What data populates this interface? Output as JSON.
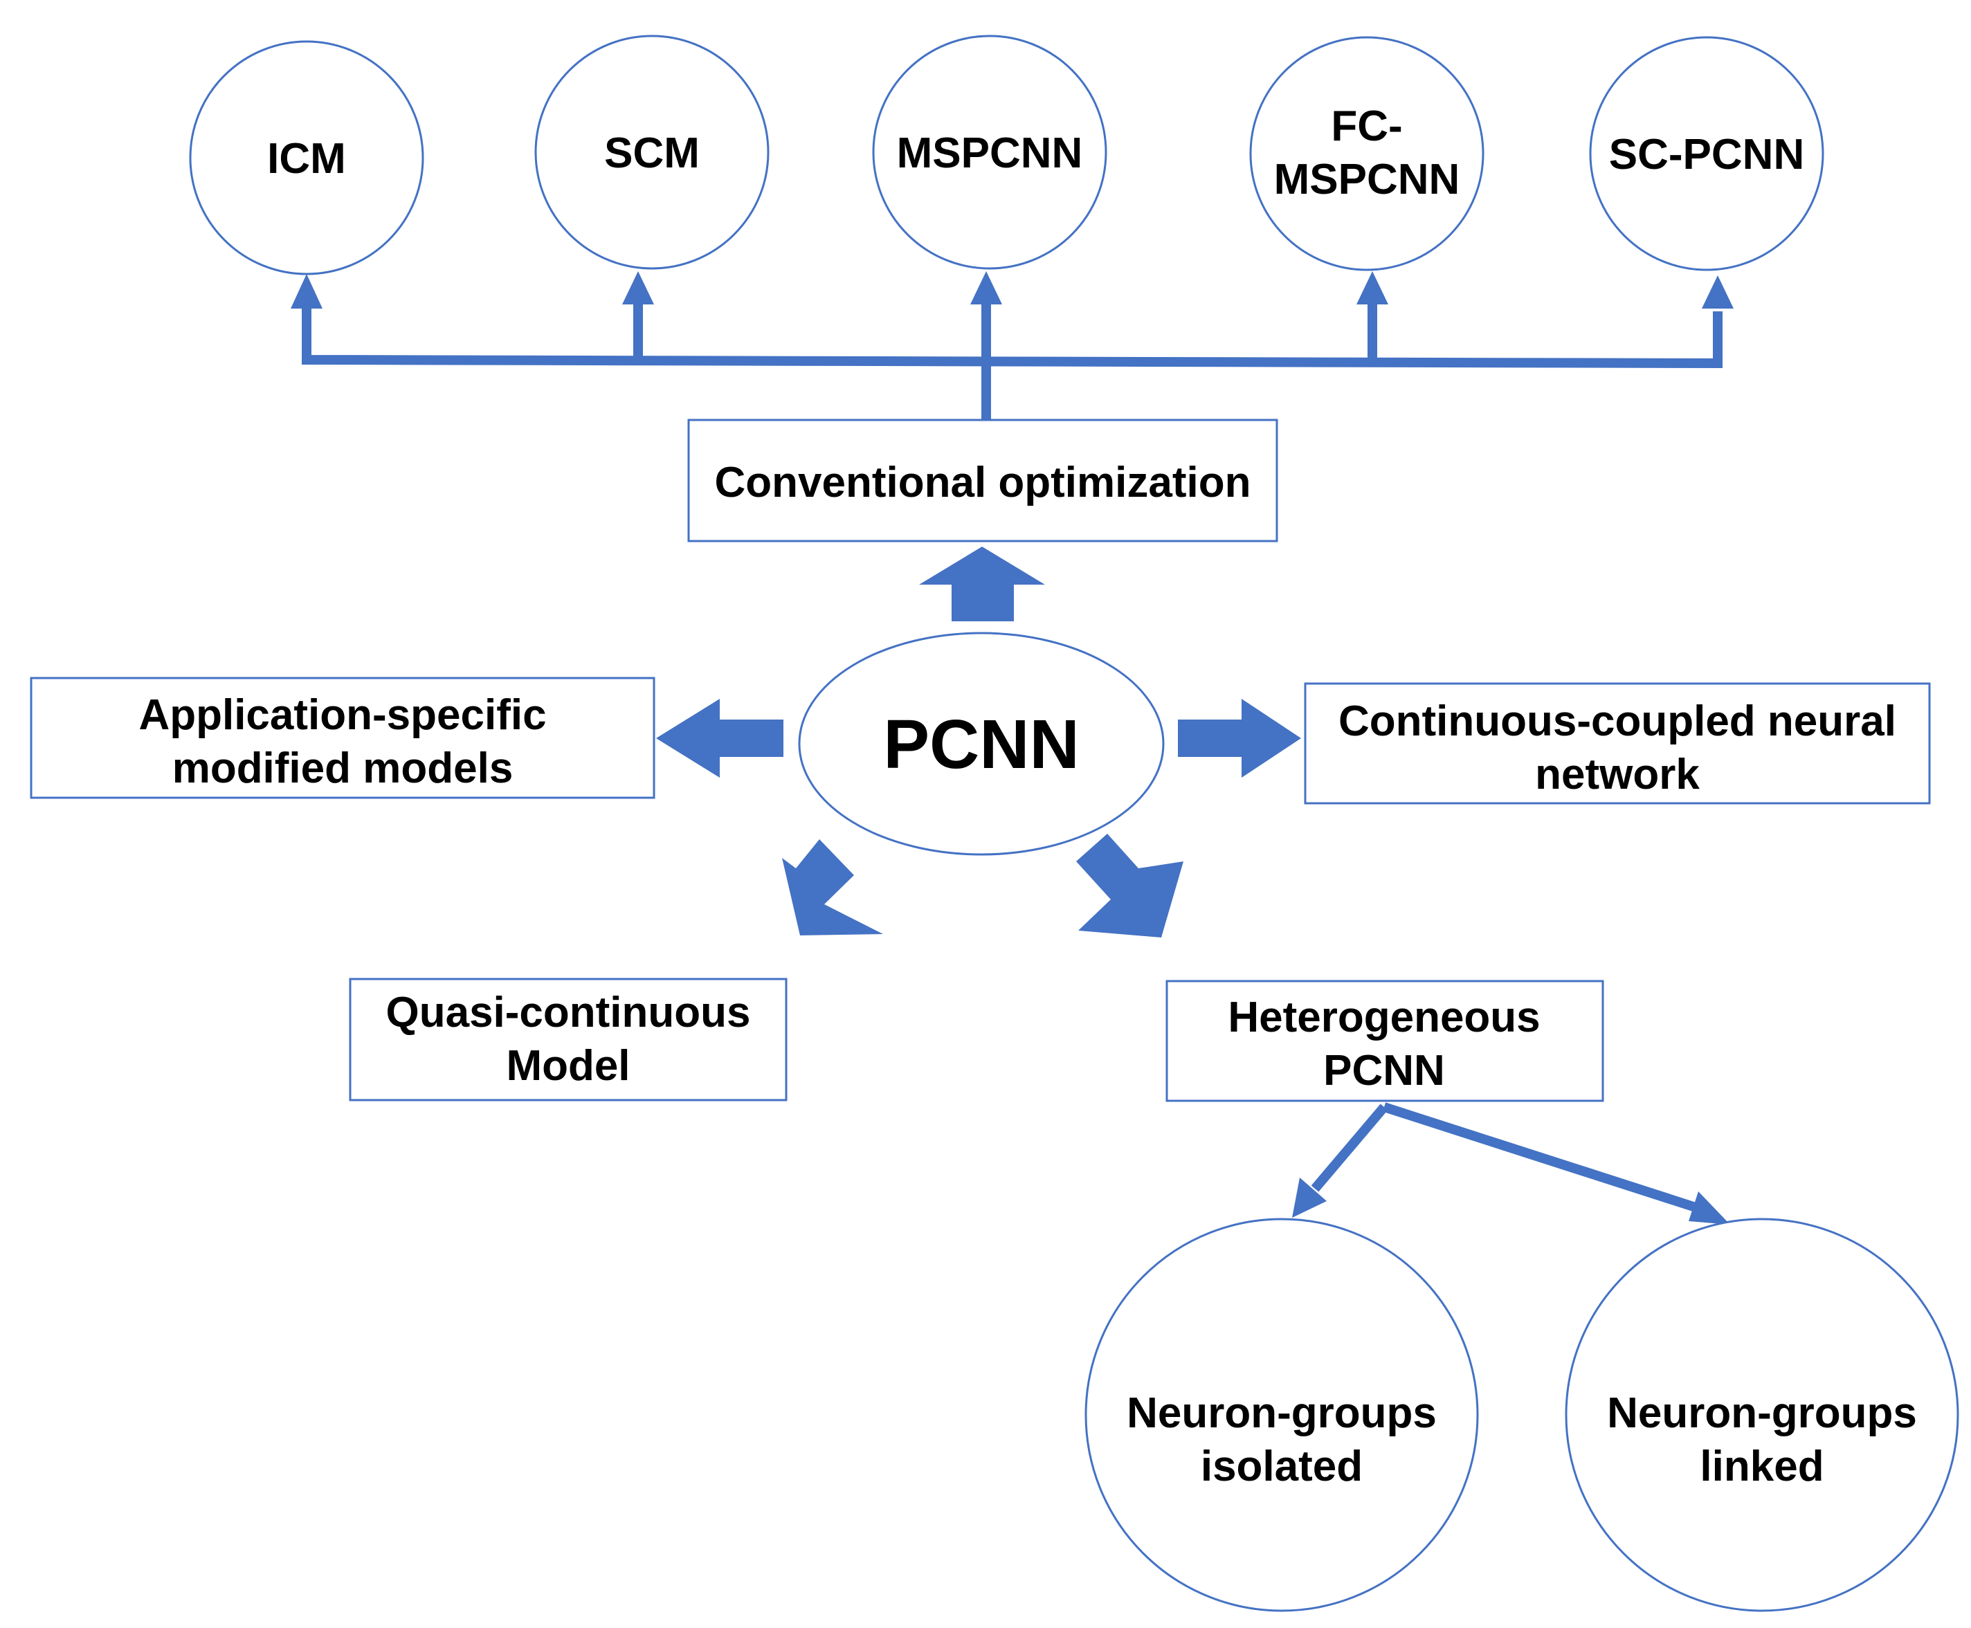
{
  "colors": {
    "accent": "#4472C4",
    "text": "#000000",
    "background": "#ffffff"
  },
  "center": {
    "label": "PCNN"
  },
  "branches": {
    "conventional": {
      "label": "Conventional optimization",
      "children": [
        {
          "lines": [
            "ICM"
          ]
        },
        {
          "lines": [
            "SCM"
          ]
        },
        {
          "lines": [
            "MSPCNN"
          ]
        },
        {
          "lines": [
            "FC-",
            "MSPCNN"
          ]
        },
        {
          "lines": [
            "SC-PCNN"
          ]
        }
      ]
    },
    "application": {
      "lines": [
        "Application-specific",
        "modified models"
      ]
    },
    "continuous": {
      "lines": [
        "Continuous-coupled neural",
        "network"
      ]
    },
    "quasi": {
      "lines": [
        "Quasi-continuous",
        "Model"
      ]
    },
    "heterogeneous": {
      "lines": [
        "Heterogeneous",
        "PCNN"
      ],
      "children": [
        {
          "lines": [
            "Neuron-groups",
            "isolated"
          ]
        },
        {
          "lines": [
            "Neuron-groups",
            "linked"
          ]
        }
      ]
    }
  }
}
